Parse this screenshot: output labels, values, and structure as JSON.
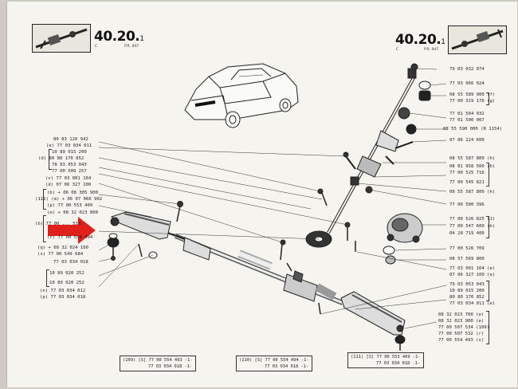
{
  "header": {
    "left_number": "40.20.",
    "left_sub": "1",
    "left_c": "C",
    "left_pr": "P.R. 947",
    "right_number": "40.20.",
    "right_sub": "1",
    "right_c": "C",
    "right_pr": "P.R. 947"
  },
  "left_labels": [
    "80 83 120 942",
    "(e) 77 03 034 011",
    "10 89 015 200",
    "(d) 80 80 170 852",
    "78 03 053 043",
    "77 00 509 257",
    "(c) 77 03 001 164",
    "(d) 07 06 327 100",
    "(b) + 06 08 305 900",
    "(111) (m) + 06 07 066 902",
    "(p) 77 00 553 409",
    "(e) + 08 32 023 800",
    "(b) 77 00 ... 533",
    "(r) 77 00 554 494",
    "(q) + 08 32 024 100",
    "(s) 77 00 549 684",
    "77 03 034 018",
    "10 89 020 252",
    "10 89 020 252",
    "(n) 77 03 034 012",
    "(p) 77 03 034 018"
  ],
  "right_labels": [
    "79 03 032 074",
    "77 03 066 024",
    "08 55 589 900 (f)",
    "77 00 319 176 (g)",
    "77 01 504 932",
    "77 01 500 007",
    "08 55 590 000 (R 1154)",
    "07 06 224 600",
    "08 55 587 800 (h)",
    "08 81 958 500 (h)",
    "77 00 525 716",
    "77 00 545 821",
    "08 55 587 800 (h)",
    "77 00 500 396",
    "77 00 526 825 (J)",
    "77 00 547 600 (k)",
    "04 28 719 400",
    "77 00 526 709",
    "08 57 569 800",
    "77 03 001 164 (e)",
    "07 06 327 100 (e)",
    "79 03 053 043",
    "10 89 015 200",
    "80 80 170 852",
    "77 03 034 011 (e)",
    "08 32 023 700 (e)",
    "08 32 023 900 (e)",
    "77 00 507 534 (109)",
    "77 00 507 532 (r)",
    "77 00 554 493 (s)"
  ],
  "footer": [
    {
      "code": "(109) [S] 77 00 554 493 -1-",
      "second": "77 03 034 018 -1-"
    },
    {
      "code": "(110) [S] 77 00 554 494 -1-",
      "second": "77 03 034 018 -1-"
    },
    {
      "code": "(111) [S] 77 00 553 409 -1-",
      "second": "77 03 034 018 -1-"
    }
  ],
  "icons": [
    "steering-rack-thumbnail-icon",
    "car-illustration",
    "red-arrow-icon"
  ],
  "colors": {
    "paper": "#f6f4ee",
    "ink": "#1f1f1f",
    "arrow": "#e0201a"
  }
}
